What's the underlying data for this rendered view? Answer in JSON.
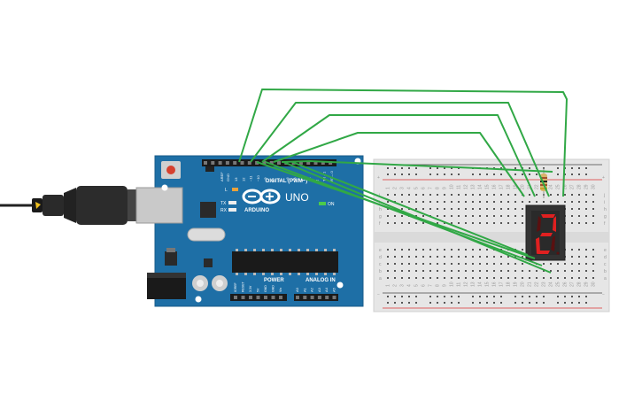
{
  "arduino": {
    "model": "UNO",
    "brand": "ARDUINO",
    "digital_label": "DIGITAL (PWM~)",
    "power_label": "POWER",
    "analog_label": "ANALOG IN",
    "on_label": "ON",
    "l_label": "L",
    "tx_label": "TX",
    "rx_label": "RX",
    "aref_label": "AREF",
    "gnd_label": "GND",
    "digital_pins": [
      "13",
      "12",
      "~11",
      "~10",
      "~9",
      "8",
      "7",
      "~6",
      "~5",
      "4",
      "~3",
      "2",
      "TX→1",
      "RX←0"
    ],
    "power_pins": [
      "IOREF",
      "RESET",
      "3.3V",
      "5V",
      "GND",
      "GND",
      "Vin"
    ],
    "analog_pins": [
      "A0",
      "A1",
      "A2",
      "A3",
      "A4",
      "A5"
    ]
  },
  "breadboard": {
    "top_rows": [
      "j",
      "i",
      "h",
      "g",
      "f"
    ],
    "bottom_rows": [
      "e",
      "d",
      "c",
      "b",
      "a"
    ],
    "columns": 30,
    "rail_plus": "+",
    "rail_minus": "−"
  },
  "display": {
    "digit": "2",
    "segment_color": "#e02020"
  },
  "colors": {
    "board": "#1e6fa6",
    "wire": "#31a846",
    "breadboard": "#e6e6e6"
  }
}
